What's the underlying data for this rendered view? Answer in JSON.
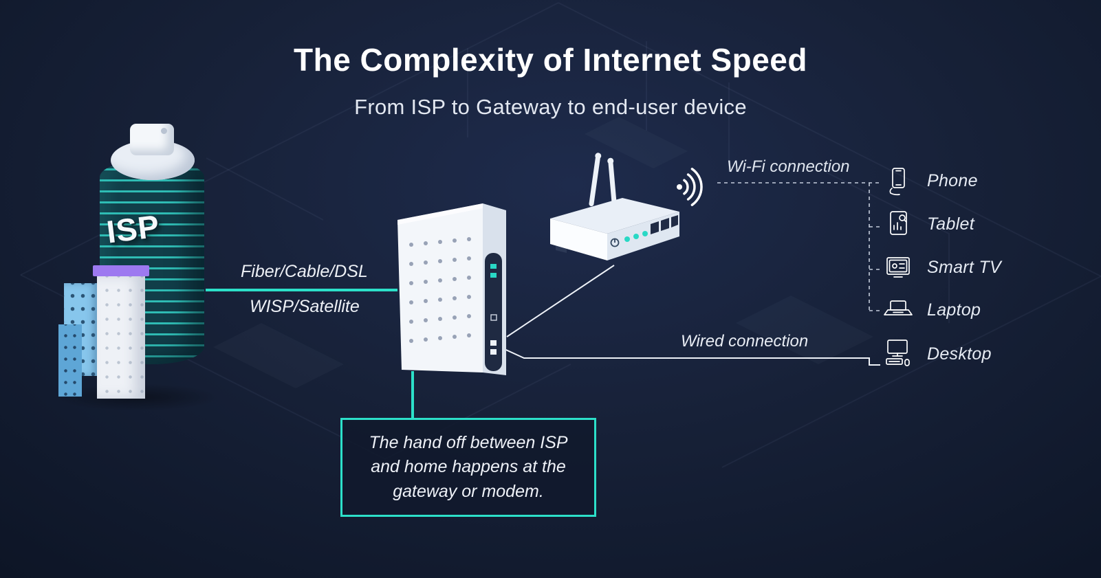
{
  "header": {
    "title": "The Complexity of Internet Speed",
    "subtitle": "From ISP to Gateway to end-user device"
  },
  "isp": {
    "label": "ISP"
  },
  "connections": {
    "isp_link_line1": "Fiber/Cable/DSL",
    "isp_link_line2": "WISP/Satellite",
    "wifi_label": "Wi-Fi connection",
    "wired_label": "Wired connection"
  },
  "devices": [
    {
      "name": "Phone"
    },
    {
      "name": "Tablet"
    },
    {
      "name": "Smart TV"
    },
    {
      "name": "Laptop"
    },
    {
      "name": "Desktop"
    }
  ],
  "callout": {
    "text": "The hand off between ISP\nand home happens at the\ngateway or modem."
  },
  "colors": {
    "background": "#16203a",
    "accent": "#2ce0c9",
    "text": "#ffffff",
    "isp_tower": "#113e49",
    "purple_accent": "#9d79f0",
    "blue_building": "#87c6ec"
  }
}
